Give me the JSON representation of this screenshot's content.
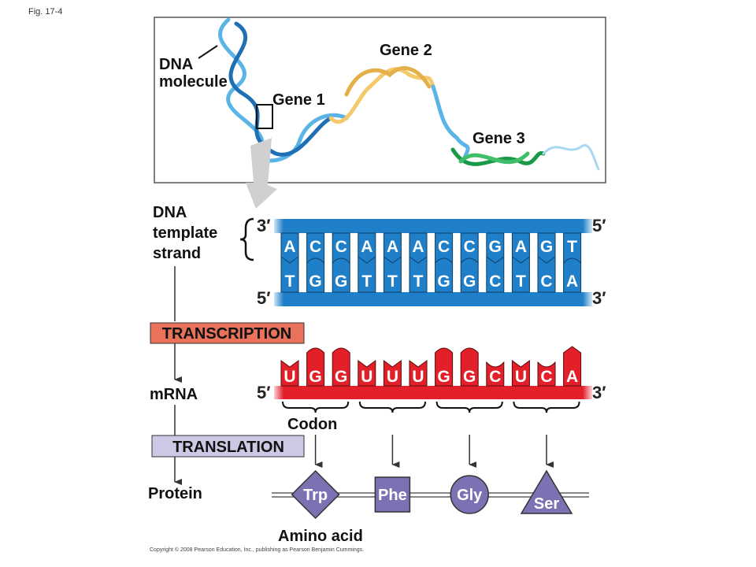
{
  "figure_label": "Fig. 17-4",
  "top_panel": {
    "dna_label_1": "DNA",
    "dna_label_2": "molecule",
    "gene1": "Gene 1",
    "gene2": "Gene 2",
    "gene3": "Gene 3"
  },
  "template": {
    "label_1": "DNA",
    "label_2": "template",
    "label_3": "strand",
    "top_left_end": "3′",
    "top_right_end": "5′",
    "bottom_left_end": "5′",
    "bottom_right_end": "3′",
    "top_bases": [
      "A",
      "C",
      "C",
      "A",
      "A",
      "A",
      "C",
      "C",
      "G",
      "A",
      "G",
      "T"
    ],
    "bottom_bases": [
      "T",
      "G",
      "G",
      "T",
      "T",
      "T",
      "G",
      "G",
      "C",
      "T",
      "C",
      "A"
    ]
  },
  "process": {
    "transcription": "TRANSCRIPTION",
    "mrna": "mRNA",
    "translation": "TRANSLATION",
    "protein": "Protein"
  },
  "mrna": {
    "left_end": "5′",
    "right_end": "3′",
    "bases": [
      "U",
      "G",
      "G",
      "U",
      "U",
      "U",
      "G",
      "G",
      "C",
      "U",
      "C",
      "A"
    ],
    "codon_label": "Codon"
  },
  "protein": {
    "amino_acids": [
      "Trp",
      "Phe",
      "Gly",
      "Ser"
    ],
    "amino_acid_label": "Amino acid"
  },
  "copyright": "Copyright © 2008 Pearson Education, Inc., publishing as Pearson Benjamin Cummings.",
  "colors": {
    "dna_blue": "#1f7fc8",
    "mrna_red": "#e3202a",
    "transcription_box": "#e8735a",
    "translation_box": "#cdc8e4",
    "amino_purple": "#7b72b3"
  }
}
